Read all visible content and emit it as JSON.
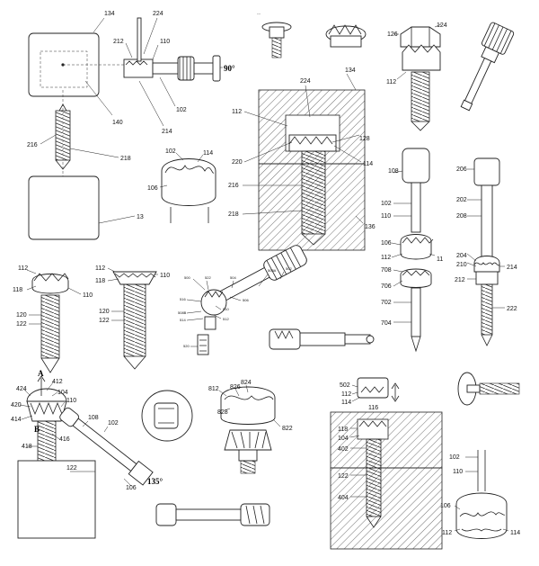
{
  "figures": {
    "fig_blocks": {
      "labels": [
        "134",
        "224",
        "212",
        "110",
        "90°",
        "140",
        "102",
        "214",
        "216",
        "218",
        "13"
      ]
    },
    "fig_sectional": {
      "labels": [
        "134",
        "224",
        "112",
        "128",
        "220",
        "114",
        "216",
        "218",
        "136"
      ]
    },
    "fig_small_top": {
      "labels": [
        "126",
        "124",
        "112"
      ]
    },
    "fig_head_cap": {
      "labels": [
        "102",
        "114",
        "106"
      ]
    },
    "fig_shaft_driver": {
      "labels": [
        "108",
        "102",
        "110",
        "106",
        "112",
        "11",
        "708",
        "706",
        "702",
        "704"
      ]
    },
    "fig_long_driver": {
      "labels": [
        "206",
        "202",
        "208",
        "204",
        "210",
        "214",
        "212",
        "222"
      ]
    },
    "fig_screw_a": {
      "labels": [
        "112",
        "118",
        "110",
        "120",
        "122"
      ]
    },
    "fig_screw_b": {
      "labels": [
        "112",
        "110",
        "118",
        "120",
        "122"
      ]
    },
    "fig_ratchet": {
      "labels": [
        "500",
        "522",
        "508A",
        "502",
        "504",
        "516",
        "508B",
        "510",
        "512",
        "506",
        "514",
        "520"
      ]
    },
    "fig_angled": {
      "labels": [
        "A",
        "412",
        "424",
        "104",
        "110",
        "420",
        "414",
        "416",
        "B",
        "418",
        "108",
        "102",
        "122",
        "106",
        "135°"
      ]
    },
    "fig_cap_closeup": {
      "labels": [
        "812",
        "826",
        "824",
        "828",
        "822"
      ]
    },
    "fig_socket": {
      "labels": [
        "502",
        "112",
        "114",
        "116",
        "118",
        "104",
        "402",
        "122",
        "404"
      ]
    },
    "fig_bottom_right": {
      "labels": [
        "102",
        "110",
        "106",
        "112",
        "114"
      ]
    }
  }
}
